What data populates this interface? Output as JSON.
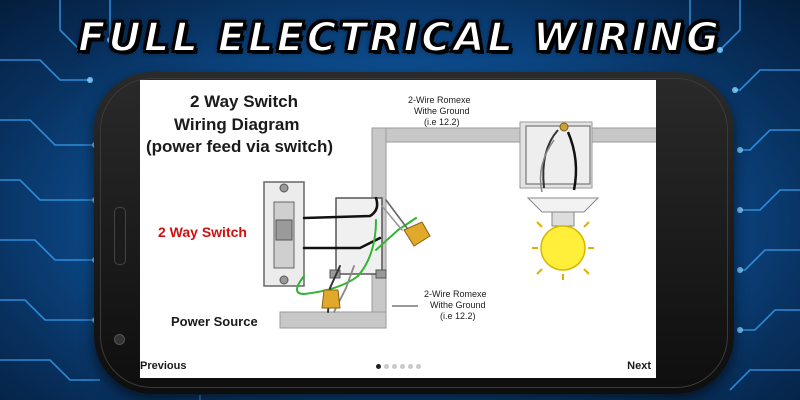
{
  "banner": {
    "title": "FULL ELECTRICAL WIRING"
  },
  "diagram": {
    "title_line1": "2 Way Switch",
    "title_line2": "Wiring Diagram",
    "title_line3": "(power feed via switch)",
    "switch_label": "2 Way Switch",
    "power_source_label": "Power Source",
    "top_cable": {
      "line1": "2-Wire Romexe",
      "line2": "Withe Ground",
      "line3": "(i.e 12.2)"
    },
    "bottom_cable": {
      "line1": "2-Wire Romexe",
      "line2": "Withe Ground",
      "line3": "(i.e 12.2)"
    }
  },
  "nav": {
    "previous": "Previous",
    "next": "Next",
    "page_count": 6,
    "active_page": 1
  },
  "colors": {
    "switch_label": "#d01010",
    "conduit": "#c8c8c8",
    "bulb": "#ffef3a",
    "ground_wire": "#2fb52f"
  }
}
